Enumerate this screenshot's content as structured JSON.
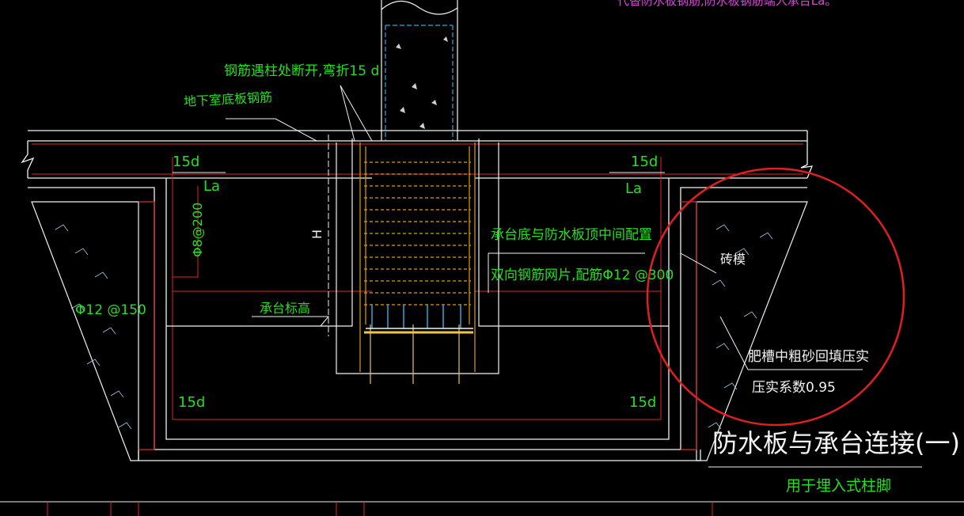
{
  "header": {
    "top_note": "代替防水板钢筋,防水板钢筋端入承台La。"
  },
  "labels": {
    "rebar_break": "钢筋遇柱处断开,弯折15 d",
    "slab_rebar": "地下室底板钢筋",
    "anchor_15d_top_left": "15d",
    "anchor_15d_top_right": "15d",
    "la_left": "La",
    "la_right": "La",
    "phi8_200": "Φ8@200",
    "H": "H",
    "cap_bottom": "承台底与防水板顶中间配置",
    "mesh": "双向钢筋网片,配筋Φ12 @300",
    "phi12_150": "Φ12 @150",
    "cap_elev": "承台标高",
    "brick": "砖模",
    "backfill": "肥槽中粗砂回填压实",
    "compaction": "压实系数0.95",
    "anchor_15d_bot_left": "15d",
    "anchor_15d_bot_right": "15d",
    "title": "防水板与承台连接(一)",
    "subtitle": "用于埋入式柱脚"
  },
  "colors": {
    "background": "#000000",
    "annotation": "#22e11f",
    "linework": "#f2f2f2",
    "rebar": "#e02626",
    "column_outline": "#2aa9d9",
    "anchor_bolt": "#e8c84a",
    "highlight_circle": "#e02020",
    "note": "#e23fe2"
  }
}
